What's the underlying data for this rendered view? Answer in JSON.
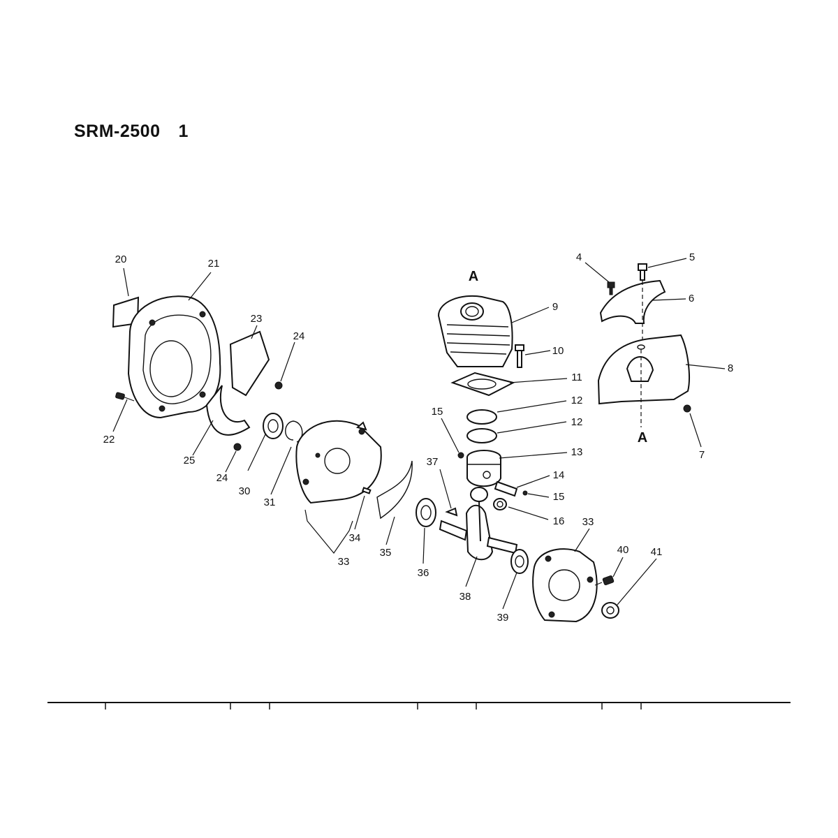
{
  "diagram": {
    "model": "SRM-2500",
    "page": "1",
    "reference_marks": [
      "A",
      "A"
    ],
    "callouts": [
      "20",
      "21",
      "23",
      "24",
      "22",
      "25",
      "24",
      "30",
      "31",
      "33",
      "34",
      "33",
      "35",
      "36",
      "37",
      "38",
      "39",
      "40",
      "41",
      "15",
      "13",
      "14",
      "15",
      "16",
      "12",
      "12",
      "11",
      "10",
      "9",
      "4",
      "5",
      "6",
      "8",
      "7"
    ]
  }
}
